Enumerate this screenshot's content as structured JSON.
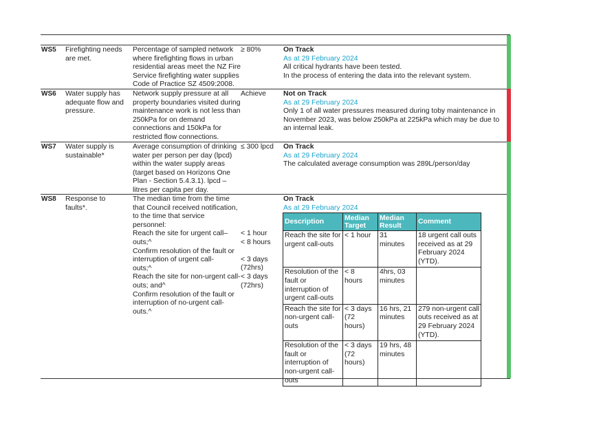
{
  "colors": {
    "green": "#57c26b",
    "red": "#e0323d",
    "accent": "#1aa3c9",
    "header_teal": "#4cb8bd"
  },
  "rows": [
    {
      "code": "WS5",
      "measure": [
        "Firefighting needs",
        "are met."
      ],
      "description": [
        "Percentage of sampled network",
        "where firefighting flows in urban",
        "residential areas meet the NZ Fire",
        "Service firefighting water supplies",
        "Code of Practice SZ 4509:2008."
      ],
      "target": [
        "≥ 80%"
      ],
      "status": "On Track",
      "as_at": "As at 29 February 2024",
      "comment": [
        "All critical hydrants have been tested.",
        "In the process of entering the data into the relevant system."
      ],
      "status_color": "green"
    },
    {
      "code": "WS6",
      "measure": [
        "Water supply has",
        "adequate flow and",
        "pressure."
      ],
      "description": [
        "Network supply pressure at all",
        "property boundaries visited during",
        "maintenance work is not less than",
        "250kPa for on demand",
        "connections and 150kPa for",
        "restricted flow connections."
      ],
      "target": [
        "Achieve"
      ],
      "status": "Not on Track",
      "as_at": "As at 29 February 2024",
      "comment": [
        "Only 1 of all water pressures measured during toby maintenance in",
        "November 2023, was below 250kPa at 225kPa which may be due to",
        "an internal leak."
      ],
      "status_color": "red"
    },
    {
      "code": "WS7",
      "measure": [
        "Water supply is",
        "sustainable*"
      ],
      "description": [
        "Average consumption of drinking",
        "water per person per day (lpcd)",
        "within the water supply areas",
        "(target based on Horizons One",
        "Plan - Section 5.4.3.1).  lpcd –",
        "litres per capita per day."
      ],
      "target": [
        "≤ 300 lpcd"
      ],
      "status": "On Track",
      "as_at": "As at 29 February 2024",
      "comment": [
        "The calculated average consumption was 289L/person/day"
      ],
      "status_color": "green"
    },
    {
      "code": "WS8",
      "measure": [
        "Response to",
        "faults*."
      ],
      "description": [
        "The median time from the time",
        "that Council received notification,",
        "to the time that service",
        "personnel:",
        "Reach the site for urgent call–",
        "outs;^",
        "Confirm resolution of the fault or",
        "interruption of urgent call-",
        "outs;^",
        "Reach the site for non-urgent call-",
        "outs; and^",
        "Confirm resolution of the fault or",
        "interruption of no-urgent call-",
        "outs.^"
      ],
      "target": [
        "< 1 hour",
        "< 8 hours",
        "",
        "< 3 days",
        "(72hrs)",
        "< 3 days",
        "(72hrs)"
      ],
      "status": "On Track",
      "as_at": "As at 29 February 2024",
      "status_color": "green",
      "table": {
        "headers": [
          "Description",
          [
            "Median",
            "Target"
          ],
          [
            "Median",
            "Result"
          ],
          "Comment"
        ],
        "rows": [
          [
            [
              "Reach the site for",
              "urgent call-outs"
            ],
            [
              "< 1 hour"
            ],
            [
              "31",
              "minutes"
            ],
            [
              "18 urgent call outs",
              "received as at 29",
              "February 2024",
              "(YTD)."
            ]
          ],
          [
            [
              "Resolution of the",
              "fault or",
              "interruption of",
              "urgent call-outs"
            ],
            [
              "< 8",
              "hours"
            ],
            [
              "4hrs, 03",
              "minutes"
            ],
            []
          ],
          [
            [
              "Reach the site for",
              "non-urgent call-",
              "outs"
            ],
            [
              "< 3 days",
              "(72",
              "hours)"
            ],
            [
              "16 hrs, 21",
              "minutes"
            ],
            [
              "279 non-urgent call",
              "outs received as at",
              "29 February 2024",
              "(YTD)."
            ]
          ],
          [
            [
              "Resolution of the",
              "fault or",
              "interruption of",
              "non-urgent call-",
              "outs"
            ],
            [
              "< 3 days",
              "(72",
              "hours)"
            ],
            [
              "19 hrs, 48",
              "minutes"
            ],
            []
          ]
        ]
      }
    }
  ]
}
